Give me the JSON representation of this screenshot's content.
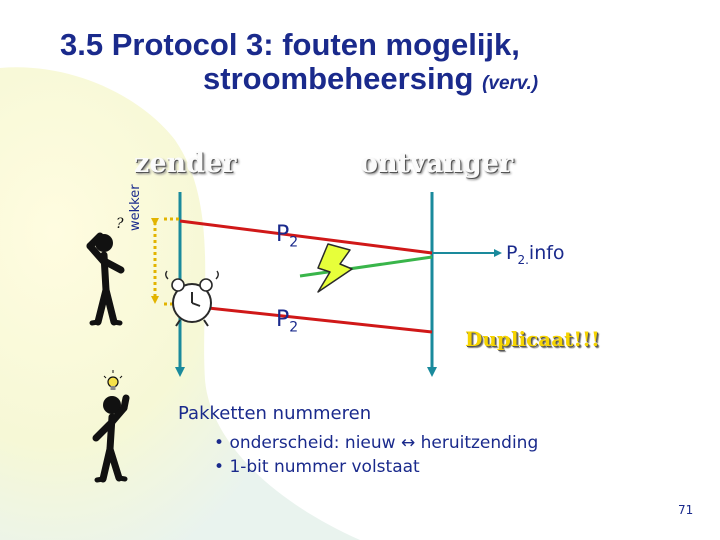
{
  "title": {
    "line1": "3.5 Protocol 3: fouten mogelijk,",
    "line2": "stroombeheersing",
    "suffix": "(verv.)"
  },
  "diagram": {
    "sender_label": "zender",
    "receiver_label": "ontvanger",
    "timer_label": "wekker",
    "packet_1": {
      "name": "P",
      "sub": "2"
    },
    "packet_2": {
      "name": "P",
      "sub": "2"
    },
    "info": {
      "name": "P",
      "sub": "2.",
      "suffix": "info"
    },
    "duplicate_label": "Duplicaat!!!"
  },
  "notes": {
    "heading": "Pakketten nummeren",
    "items": [
      "onderscheid: nieuw ↔ heruitzending",
      "1-bit nummer volstaat"
    ]
  },
  "slide_number": "71",
  "colors": {
    "title": "#1a2a8c",
    "timeline": "#1a8a9c",
    "data_packet": "#d01818",
    "ack": "#39b54a",
    "duplicate": "#f6d400"
  },
  "icons": [
    "confused-stick-figure",
    "idea-stick-figure",
    "alarm-clock",
    "lightning-bolt"
  ]
}
